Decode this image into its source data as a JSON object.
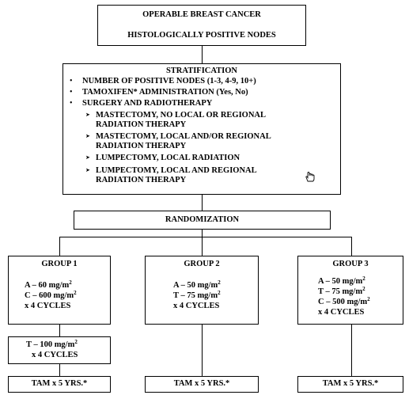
{
  "top": {
    "line1": "OPERABLE BREAST CANCER",
    "line2": "HISTOLOGICALLY POSITIVE NODES"
  },
  "stratification": {
    "title": "STRATIFICATION",
    "bullets": [
      "NUMBER OF POSITIVE NODES (1-3, 4-9, 10+)",
      "TAMOXIFEN* ADMINISTRATION (Yes, No)",
      "SURGERY AND RADIOTHERAPY"
    ],
    "sub_items": [
      [
        "MASTECTOMY, NO LOCAL OR REGIONAL",
        "RADIATION THERAPY"
      ],
      [
        "MASTECTOMY, LOCAL AND/OR REGIONAL",
        "RADIATION THERAPY"
      ],
      [
        "LUMPECTOMY, LOCAL RADIATION"
      ],
      [
        "LUMPECTOMY, LOCAL AND REGIONAL",
        "RADIATION THERAPY"
      ]
    ]
  },
  "randomization": {
    "label": "RANDOMIZATION"
  },
  "group1": {
    "title": "GROUP 1",
    "a_text": "A – 60 mg/m",
    "c_text": "C – 600 mg/m",
    "cycles": "x 4 CYCLES",
    "t_text": "T – 100 mg/m",
    "t_cycles": "x 4 CYCLES",
    "tam": "TAM x 5 YRS.*"
  },
  "group2": {
    "title": "GROUP 2",
    "a_text": "A – 50 mg/m",
    "t_text": "T – 75 mg/m",
    "cycles": "x 4 CYCLES",
    "tam": "TAM x 5 YRS.*"
  },
  "group3": {
    "title": "GROUP 3",
    "a_text": "A – 50 mg/m",
    "t_text": "T – 75 mg/m",
    "c_text": "C – 500 mg/m",
    "cycles": "x 4 CYCLES",
    "tam": "TAM x 5 YRS.*"
  },
  "superscript": "2",
  "bullet_glyph": "•",
  "arrow_glyph": "➤",
  "cursor_icon": "hand-cursor-icon"
}
